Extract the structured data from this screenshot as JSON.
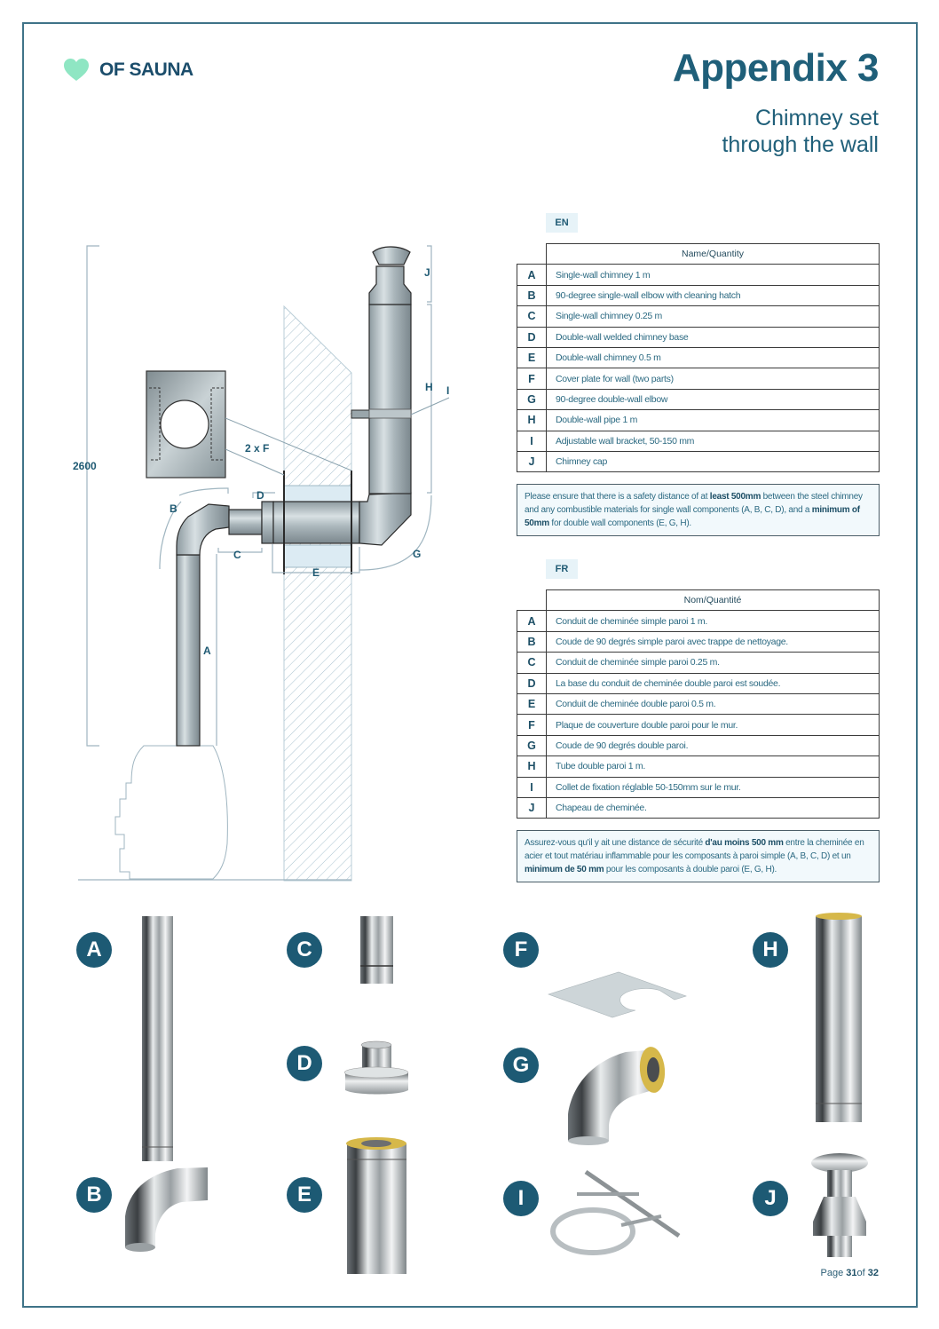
{
  "brand": {
    "name": "OF SAUNA",
    "icon": "heart-icon",
    "icon_color": "#8fe6c3"
  },
  "header": {
    "title": "Appendix 3",
    "subtitle_line1": "Chimney set",
    "subtitle_line2": "through the wall"
  },
  "colors": {
    "accent": "#1f5f79",
    "badge": "#1d5a74",
    "frame": "#3f7388",
    "note_bg": "#f2f9fc"
  },
  "diagram": {
    "height_label": "2600",
    "labels": {
      "A": "A",
      "B": "B",
      "C": "C",
      "D": "D",
      "E": "E",
      "F": "2 x F",
      "G": "G",
      "H": "H",
      "I": "I",
      "J": "J"
    }
  },
  "en": {
    "lang": "EN",
    "header": "Name/Quantity",
    "rows": [
      {
        "letter": "A",
        "desc": "Single-wall chimney 1 m"
      },
      {
        "letter": "B",
        "desc": "90-degree single-wall elbow with cleaning hatch"
      },
      {
        "letter": "C",
        "desc": "Single-wall chimney 0.25 m"
      },
      {
        "letter": "D",
        "desc": "Double-wall welded chimney base"
      },
      {
        "letter": "E",
        "desc": "Double-wall chimney 0.5 m"
      },
      {
        "letter": "F",
        "desc": "Cover plate for wall (two parts)"
      },
      {
        "letter": "G",
        "desc": "90-degree double-wall elbow"
      },
      {
        "letter": "H",
        "desc": "Double-wall pipe 1 m"
      },
      {
        "letter": "I",
        "desc": "Adjustable wall bracket, 50-150 mm"
      },
      {
        "letter": "J",
        "desc": "Chimney cap"
      }
    ],
    "note": {
      "t1": "Please ensure that there is a safety distance of at ",
      "b1": "least 500mm",
      "t2": " between the steel chimney and any combustible materials for single wall components (A, B, C, D), and a ",
      "b2": "minimum of 50mm",
      "t3": " for double wall components (E, G, H)."
    }
  },
  "fr": {
    "lang": "FR",
    "header": "Nom/Quantité",
    "rows": [
      {
        "letter": "A",
        "desc": "Conduit de cheminée simple paroi 1 m."
      },
      {
        "letter": "B",
        "desc": "Coude de 90 degrés simple paroi avec trappe de nettoyage."
      },
      {
        "letter": "C",
        "desc": "Conduit de cheminée simple paroi 0.25 m."
      },
      {
        "letter": "D",
        "desc": "La base du conduit de cheminée double paroi est soudée."
      },
      {
        "letter": "E",
        "desc": "Conduit de cheminée double paroi 0.5 m."
      },
      {
        "letter": "F",
        "desc": "Plaque de couverture double paroi pour le mur."
      },
      {
        "letter": "G",
        "desc": "Coude de 90 degrés double paroi."
      },
      {
        "letter": "H",
        "desc": "Tube double paroi 1 m."
      },
      {
        "letter": "I",
        "desc": "Collet de fixation réglable 50-150mm sur le mur."
      },
      {
        "letter": "J",
        "desc": "Chapeau de cheminée."
      }
    ],
    "note": {
      "t1": "Assurez-vous qu'il y ait une distance de sécurité ",
      "b1": "d'au moins 500 mm",
      "t2": " entre la cheminée en acier et tout matériau inflammable pour les composants à paroi simple (A, B, C, D) et un ",
      "b2": "minimum de 50 mm",
      "t3": " pour les composants à double paroi (E, G, H)."
    }
  },
  "parts": [
    {
      "letter": "A",
      "image": "single-wall-pipe"
    },
    {
      "letter": "B",
      "image": "single-wall-elbow"
    },
    {
      "letter": "C",
      "image": "short-pipe"
    },
    {
      "letter": "D",
      "image": "chimney-base"
    },
    {
      "letter": "E",
      "image": "insulated-pipe"
    },
    {
      "letter": "F",
      "image": "cover-plate"
    },
    {
      "letter": "G",
      "image": "double-wall-elbow"
    },
    {
      "letter": "H",
      "image": "double-wall-pipe"
    },
    {
      "letter": "I",
      "image": "wall-bracket"
    },
    {
      "letter": "J",
      "image": "chimney-cap"
    }
  ],
  "footer": {
    "page_prefix": "Page ",
    "page_current": "31",
    "page_of": "of ",
    "page_total": "32"
  }
}
